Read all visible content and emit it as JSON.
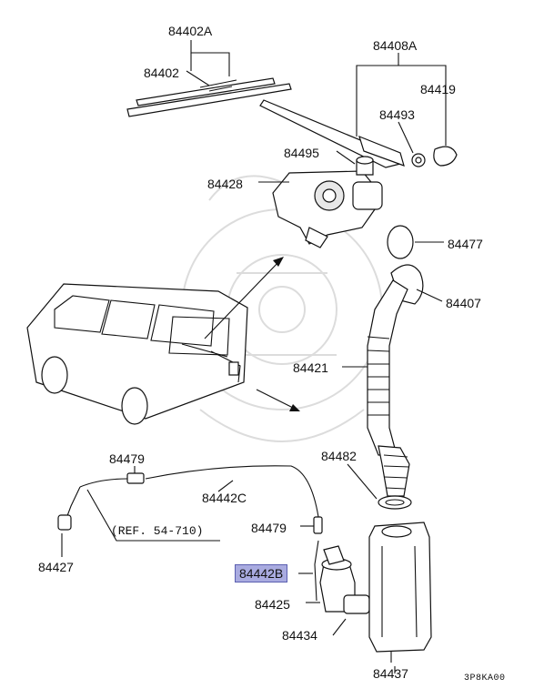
{
  "labels": {
    "p84402A": "84402A",
    "p84402": "84402",
    "p84408A": "84408A",
    "p84419": "84419",
    "p84493": "84493",
    "p84495": "84495",
    "p84428": "84428",
    "p84477": "84477",
    "p84407": "84407",
    "p84421": "84421",
    "p84482": "84482",
    "p84479a": "84479",
    "p84442C": "84442C",
    "p84479b": "84479",
    "p84427": "84427",
    "p84442B": "84442B",
    "p84425": "84425",
    "p84434": "84434",
    "p84437": "84437"
  },
  "reference": "(REF. 54-710)",
  "diagram_code": "3P8KA00",
  "highlighted_part": "84442B",
  "colors": {
    "highlight": "#a9abe0",
    "line": "#111111",
    "watermark": "#dcdcdc"
  }
}
